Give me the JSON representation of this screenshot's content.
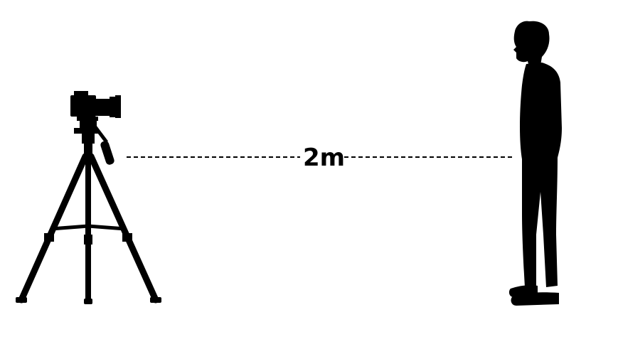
{
  "diagram": {
    "distance_label": "2m",
    "subject_left": "camera-on-tripod",
    "subject_right": "standing-person-silhouette",
    "connector_style": "dashed",
    "colors": {
      "background": "#ffffff",
      "silhouette": "#000000"
    }
  }
}
